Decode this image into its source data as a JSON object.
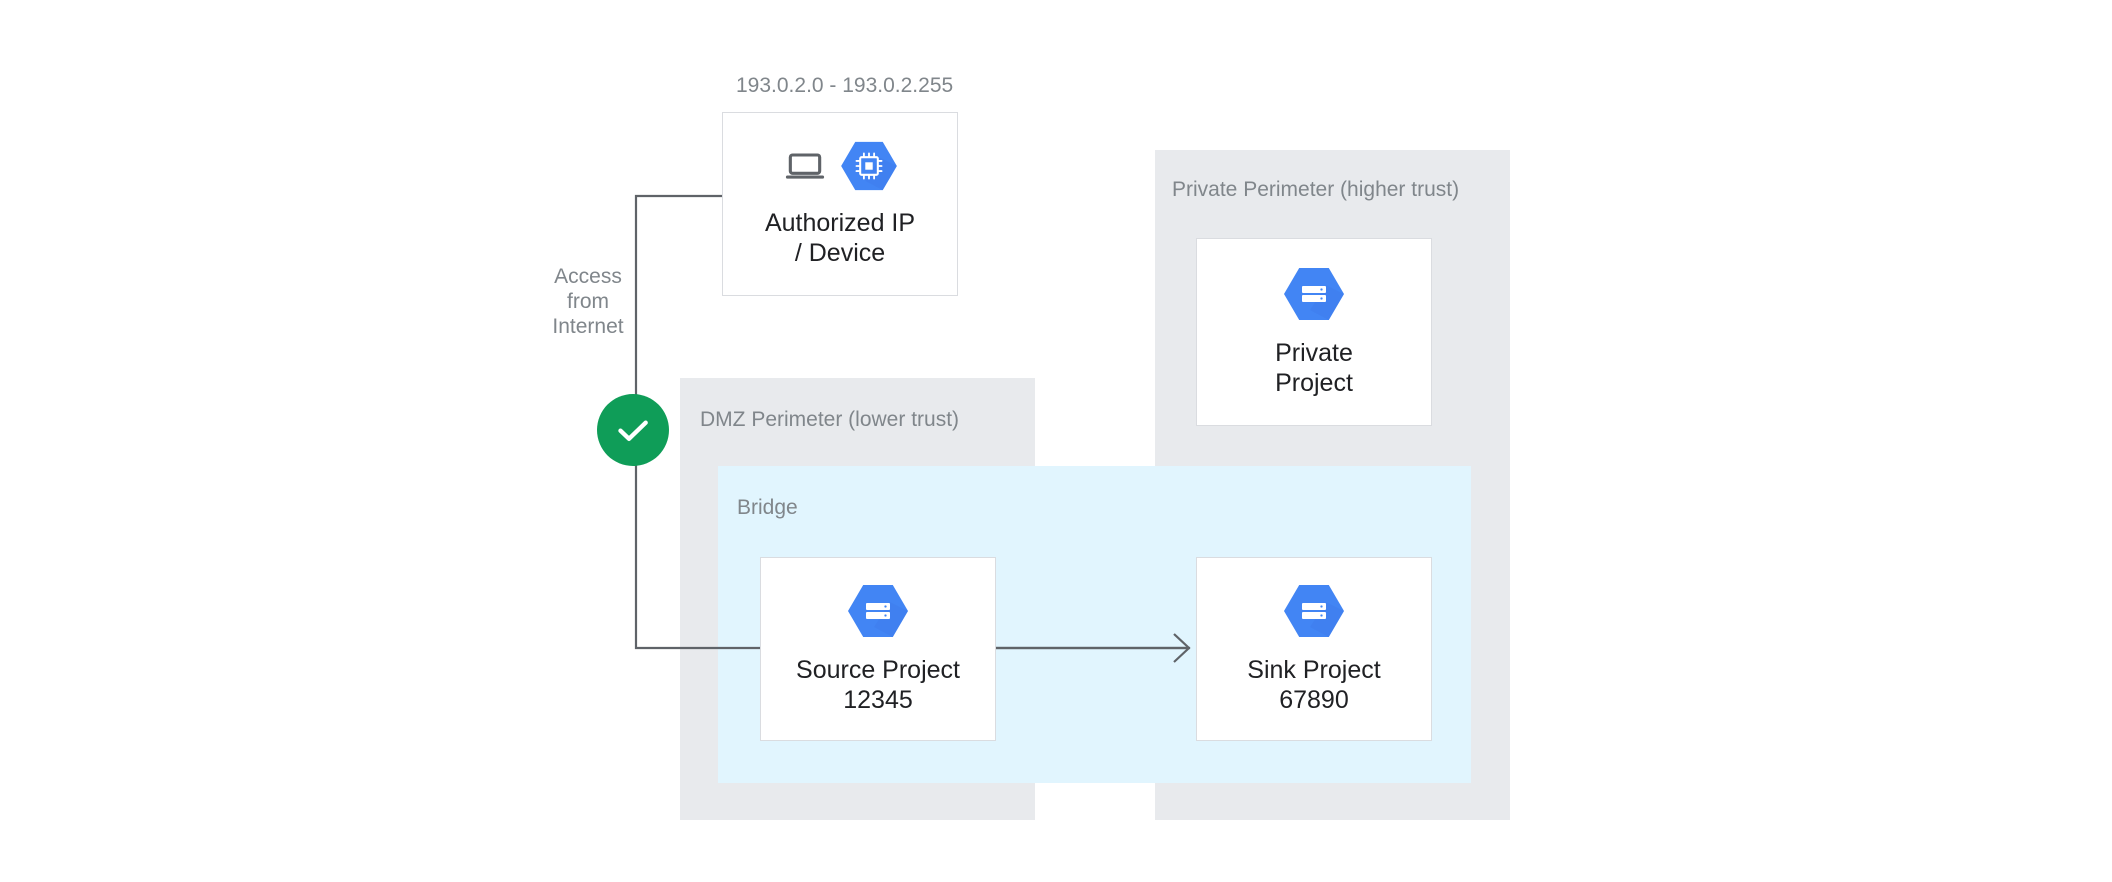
{
  "diagram": {
    "title": "VPC Service Controls DMZ bridge topology",
    "colors": {
      "perimeter_bg": "#e8eaed",
      "bridge_bg": "#e1f5fe",
      "node_bg": "#ffffff",
      "node_border": "#dadce0",
      "gcp_blue": "#4285f4",
      "success_green": "#0f9d58",
      "connector": "#5f6368",
      "label_grey": "#80868b",
      "node_text": "#202124"
    }
  },
  "ip_range": {
    "label": "193.0.2.0 - 193.0.2.255"
  },
  "access_note": {
    "label": "Access\nfrom\nInternet"
  },
  "status": {
    "name": "allowed",
    "icon": "check-icon",
    "color": "#0f9d58"
  },
  "perimeters": [
    {
      "id": "dmz",
      "label": "DMZ Perimeter (lower trust)"
    },
    {
      "id": "private",
      "label": "Private Perimeter (higher trust)"
    }
  ],
  "bridge": {
    "label": "Bridge"
  },
  "nodes": [
    {
      "id": "authorized-device",
      "label": "Authorized IP\n/ Device",
      "icons": [
        "laptop-icon",
        "compute-engine-hexagon-icon"
      ]
    },
    {
      "id": "private-project",
      "label": "Private\nProject",
      "icons": [
        "project-hexagon-icon"
      ]
    },
    {
      "id": "source-project",
      "label": "Source Project\n12345",
      "icons": [
        "project-hexagon-icon"
      ]
    },
    {
      "id": "sink-project",
      "label": "Sink Project\n67890",
      "icons": [
        "project-hexagon-icon"
      ]
    }
  ],
  "connectors": [
    {
      "id": "internet-to-source",
      "from": "authorized-device",
      "to": "source-project",
      "arrowhead": false
    },
    {
      "id": "source-to-sink",
      "from": "source-project",
      "to": "sink-project",
      "arrowhead": true
    }
  ]
}
